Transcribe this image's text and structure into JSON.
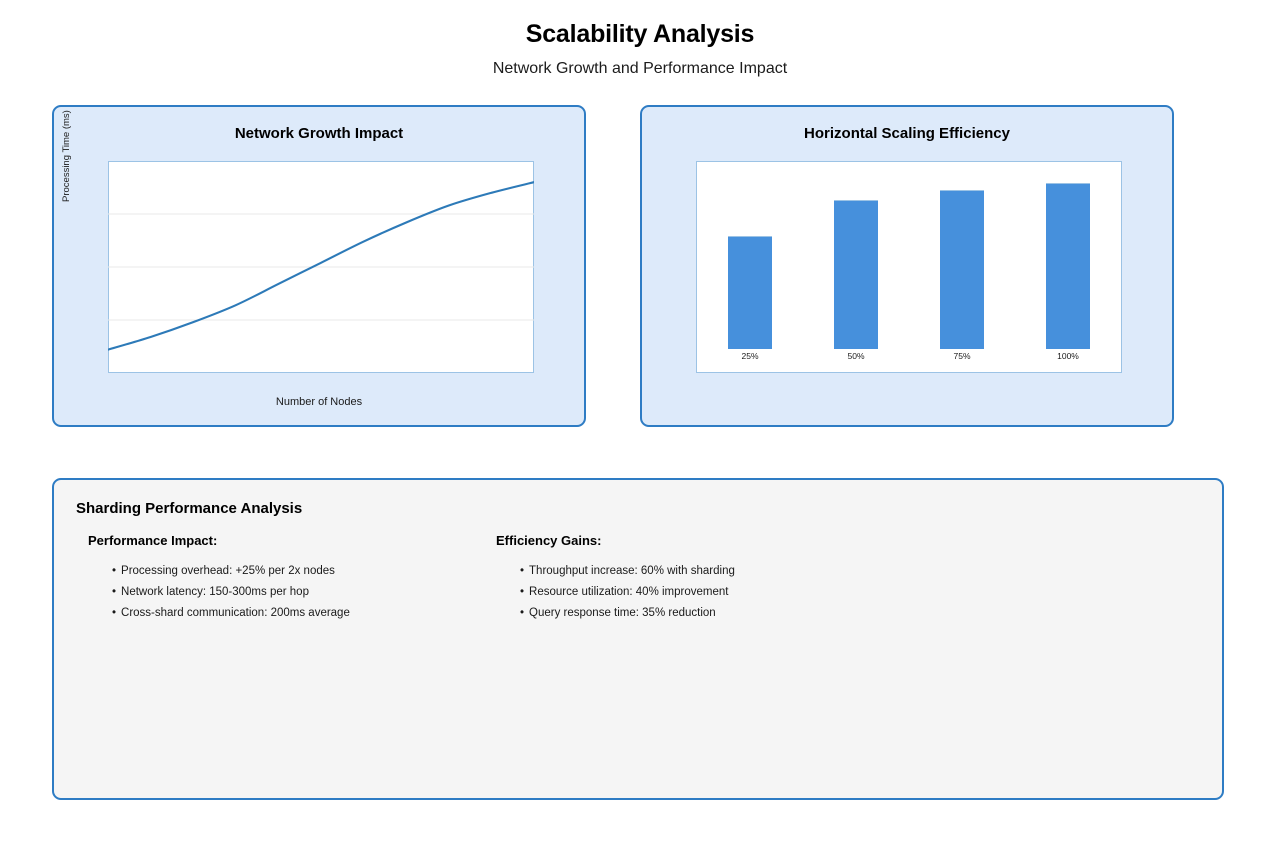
{
  "header": {
    "title": "Scalability Analysis",
    "subtitle": "Network Growth and Performance Impact"
  },
  "colors": {
    "card_border": "#2e7cc4",
    "card_background": "#ddeafa",
    "panel_background": "#f5f5f5",
    "bar_fill": "#4690dc",
    "line_stroke": "#2d7ab8",
    "plot_frame": "#9cc3e5",
    "gridline": "#e8e8e8"
  },
  "cards": {
    "line_card": {
      "title": "Network Growth Impact"
    },
    "bar_card": {
      "title": "Horizontal Scaling Efficiency"
    }
  },
  "analysis": {
    "title": "Sharding Performance Analysis",
    "bullet_glyph": "•",
    "columns": [
      {
        "heading": "Performance Impact:",
        "items": [
          "Processing overhead: +25% per 2x nodes",
          "Network latency: 150-300ms per hop",
          "Cross-shard communication: 200ms average"
        ]
      },
      {
        "heading": "Efficiency Gains:",
        "items": [
          "Throughput increase: 60% with sharding",
          "Resource utilization: 40% improvement",
          "Query response time: 35% reduction"
        ]
      }
    ]
  },
  "chart_data": [
    {
      "type": "line",
      "title": "Network Growth Impact",
      "xlabel": "Number of Nodes",
      "ylabel": "Processing Time (ms)",
      "grid": true,
      "gridlines": 3,
      "legend": "none",
      "xlim": [
        0,
        100
      ],
      "ylim": [
        0,
        100
      ],
      "x": [
        0,
        10,
        20,
        30,
        40,
        50,
        60,
        70,
        80,
        90,
        100
      ],
      "y": [
        11,
        17,
        24,
        32,
        42,
        52,
        62,
        71,
        79,
        85,
        90
      ],
      "x_ticklabels": [],
      "y_ticklabels": []
    },
    {
      "type": "bar",
      "title": "Horizontal Scaling Efficiency",
      "xlabel": "",
      "ylabel": "",
      "grid": false,
      "legend": "none",
      "categories": [
        "25%",
        "50%",
        "75%",
        "100%"
      ],
      "values": [
        64,
        84,
        90,
        94
      ],
      "ylim": [
        0,
        100
      ]
    }
  ]
}
